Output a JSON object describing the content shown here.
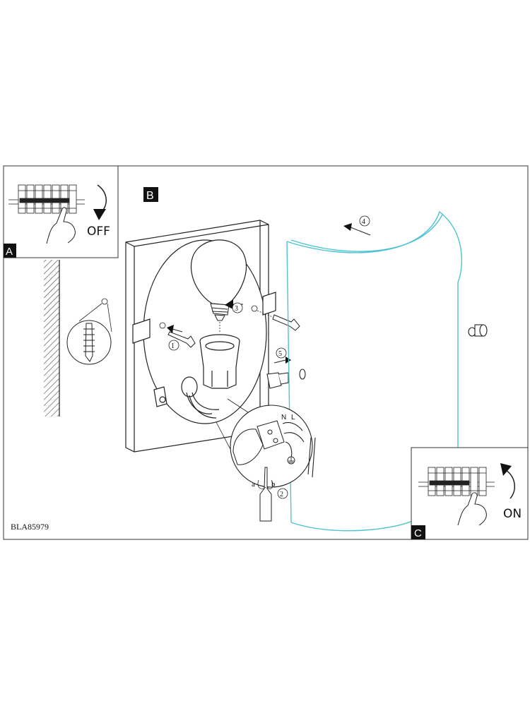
{
  "panels": {
    "a": {
      "label": "A",
      "switch_label": "OFF"
    },
    "b": {
      "label": "B"
    },
    "c": {
      "label": "C",
      "switch_label": "ON"
    }
  },
  "steps": [
    "1",
    "2",
    "3",
    "4",
    "5"
  ],
  "wire_labels": {
    "n": "N",
    "l": "L",
    "a": "a",
    "b": "b"
  },
  "model_code": "BLA85979",
  "colors": {
    "shade_outline": "#4fc3cf",
    "line": "#222222"
  }
}
